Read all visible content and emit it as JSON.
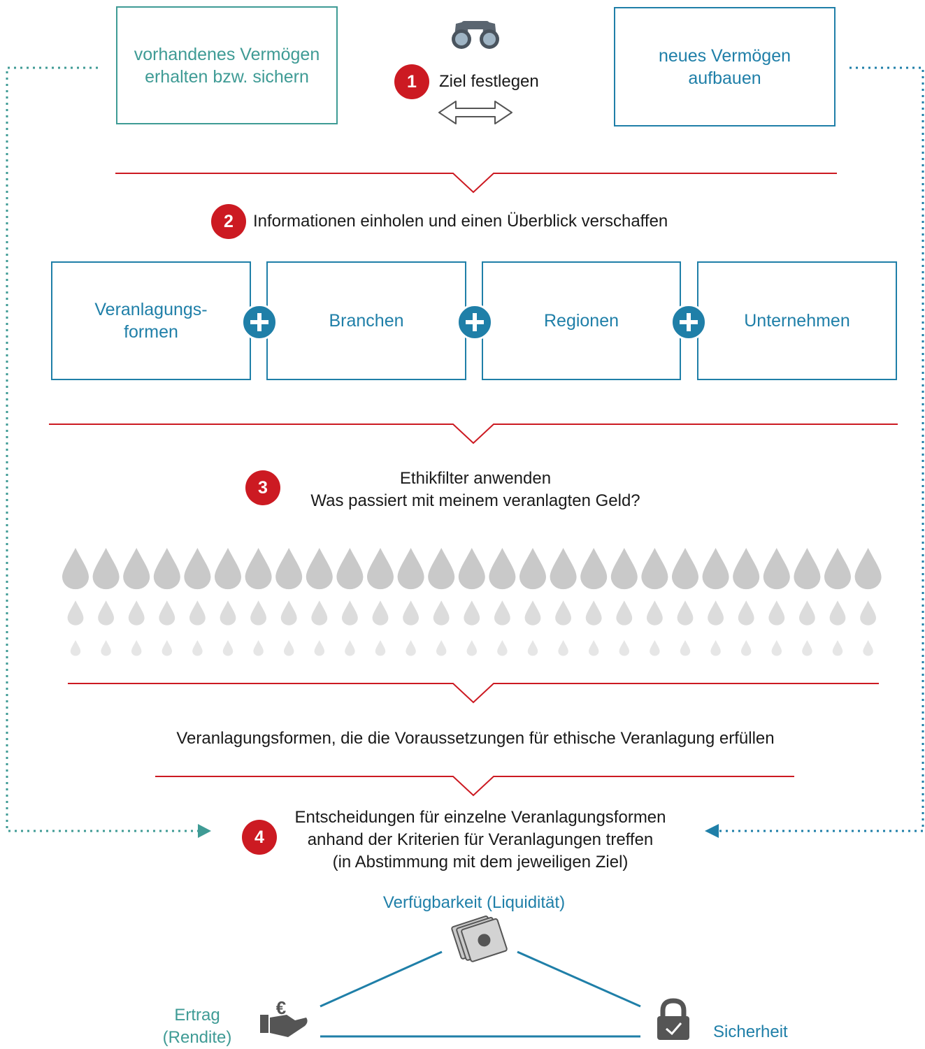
{
  "goals": {
    "left_box": "vorhandenes Vermögen erhalten bzw. sichern",
    "right_box": "neues Vermögen aufbauen"
  },
  "steps": {
    "step1": {
      "number": "1",
      "text": "Ziel festlegen"
    },
    "step2": {
      "number": "2",
      "text": "Informationen einholen und einen Überblick verschaffen"
    },
    "step3": {
      "number": "3",
      "line1": "Ethikfilter anwenden",
      "line2": "Was passiert mit meinem veranlagten Geld?"
    },
    "step4": {
      "number": "4",
      "line1": "Entscheidungen für einzelne Veranlagungsformen",
      "line2": "anhand der Kriterien für Veranlagungen treffen",
      "line3": "(in Abstimmung mit dem jeweiligen Ziel)"
    }
  },
  "info_boxes": [
    {
      "line1": "Veranlagungs-",
      "line2": "formen"
    },
    {
      "line1": "Branchen"
    },
    {
      "line1": "Regionen"
    },
    {
      "line1": "Unternehmen"
    }
  ],
  "filter_result": "Veranlagungsformen, die die Voraussetzungen für ethische Veranlagung erfüllen",
  "criteria": {
    "top": "Verfügbarkeit (Liquidität)",
    "left_line1": "Ertrag",
    "left_line2": "(Rendite)",
    "right": "Sicherheit"
  },
  "icons": [
    "binoculars-icon",
    "double-arrow-icon",
    "plus-icon",
    "droplet-icon",
    "money-icon",
    "euro-hand-icon",
    "lock-check-icon"
  ],
  "colors": {
    "red": "#cc1a22",
    "blue": "#1f7fa8",
    "teal": "#3f9b95",
    "gray": "#c9c9c9"
  }
}
